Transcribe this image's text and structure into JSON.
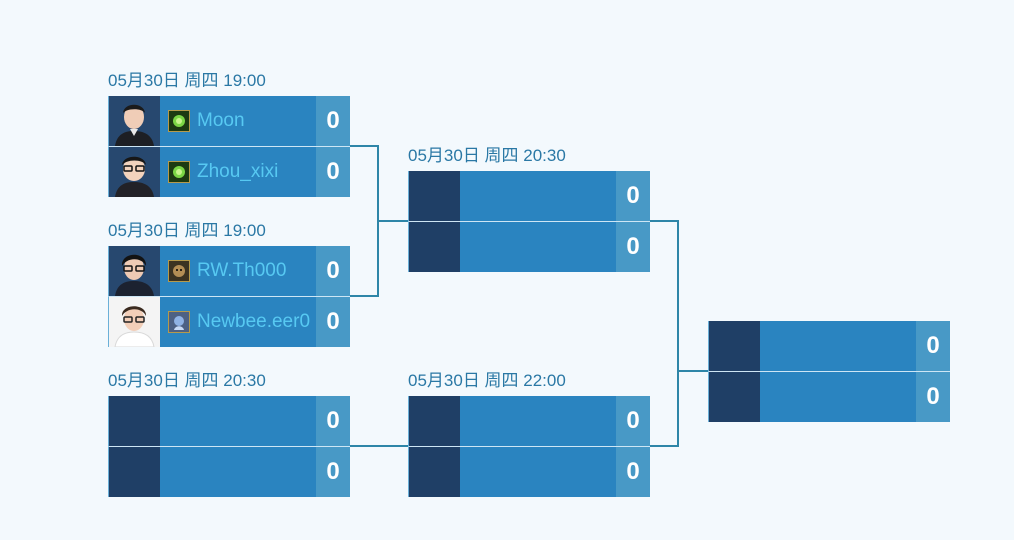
{
  "bracket": {
    "round1": [
      {
        "date": "05月30日 周四 19:00",
        "players": [
          {
            "name": "Moon",
            "score": "0",
            "race_icon": "nightelf-icon"
          },
          {
            "name": "Zhou_xixi",
            "score": "0",
            "race_icon": "nightelf-icon"
          }
        ]
      },
      {
        "date": "05月30日 周四 19:00",
        "players": [
          {
            "name": "RW.Th000",
            "score": "0",
            "race_icon": "undead-icon"
          },
          {
            "name": "Newbee.eer0",
            "score": "0",
            "race_icon": "human-icon"
          }
        ]
      },
      {
        "date": "05月30日 周四 20:30",
        "players": [
          {
            "name": "",
            "score": "0"
          },
          {
            "name": "",
            "score": "0"
          }
        ]
      }
    ],
    "round2": [
      {
        "date": "05月30日 周四 20:30",
        "players": [
          {
            "name": "",
            "score": "0"
          },
          {
            "name": "",
            "score": "0"
          }
        ]
      },
      {
        "date": "05月30日 周四 22:00",
        "players": [
          {
            "name": "",
            "score": "0"
          },
          {
            "name": "",
            "score": "0"
          }
        ]
      }
    ],
    "final": {
      "players": [
        {
          "name": "",
          "score": "0"
        },
        {
          "name": "",
          "score": "0"
        }
      ]
    }
  },
  "colors": {
    "background": "#f3f9fd",
    "slot": "#2a84c0",
    "avatar_bg": "#1f3f66",
    "score_bg": "#4899c6",
    "date_text": "#2a78a5",
    "player_name": "#57c9f2",
    "connector": "#2e86a8"
  }
}
